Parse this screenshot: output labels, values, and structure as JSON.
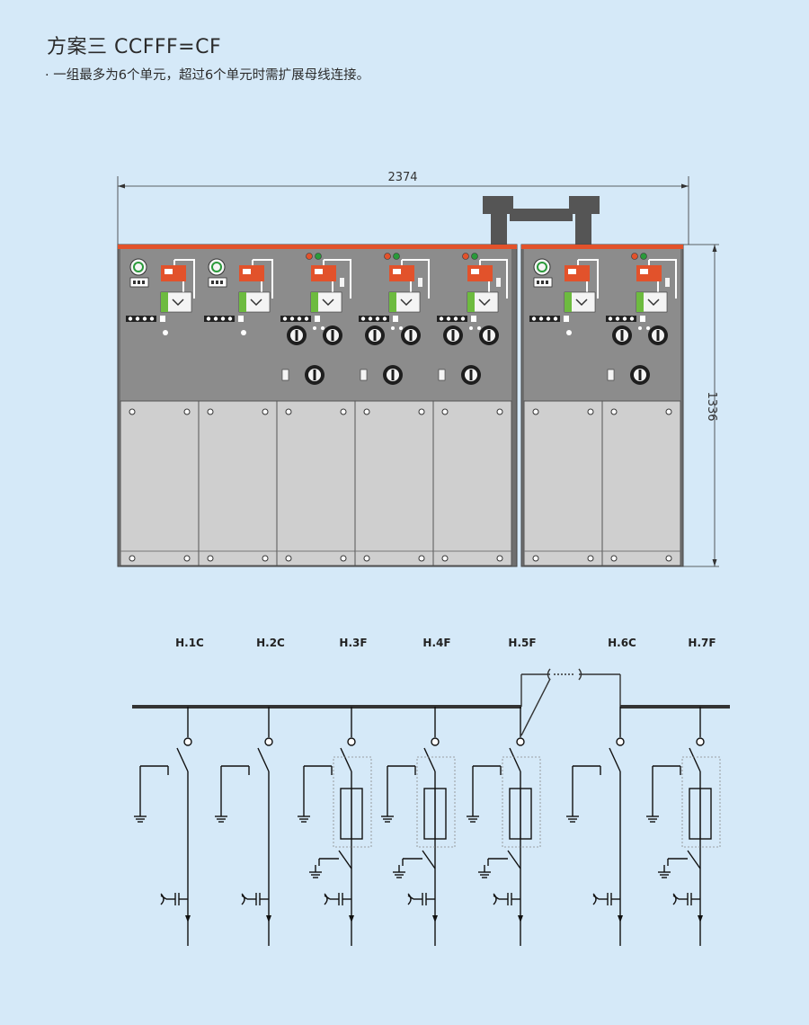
{
  "header": {
    "title": "方案三  CCFFF=CF",
    "note": "· 一组最多为6个单元，超过6个单元时需扩展母线连接。"
  },
  "drawing": {
    "width_dim": "2374",
    "height_dim": "1336",
    "cabinets": [
      {
        "type": "C"
      },
      {
        "type": "C"
      },
      {
        "type": "F"
      },
      {
        "type": "F"
      },
      {
        "type": "F"
      },
      {
        "type": "C"
      },
      {
        "type": "F"
      }
    ]
  },
  "single_line": {
    "units": [
      {
        "label": "H.1C",
        "type": "C"
      },
      {
        "label": "H.2C",
        "type": "C"
      },
      {
        "label": "H.3F",
        "type": "F"
      },
      {
        "label": "H.4F",
        "type": "F"
      },
      {
        "label": "H.5F",
        "type": "F"
      },
      {
        "label": "H.6C",
        "type": "C"
      },
      {
        "label": "H.7F",
        "type": "F"
      }
    ]
  },
  "colors": {
    "background": "#d5e9f8",
    "cabinet_top": "#8c8c8c",
    "cabinet_bottom": "#cfcfcf",
    "accent": "#e2522b",
    "busbar": "#555555"
  }
}
